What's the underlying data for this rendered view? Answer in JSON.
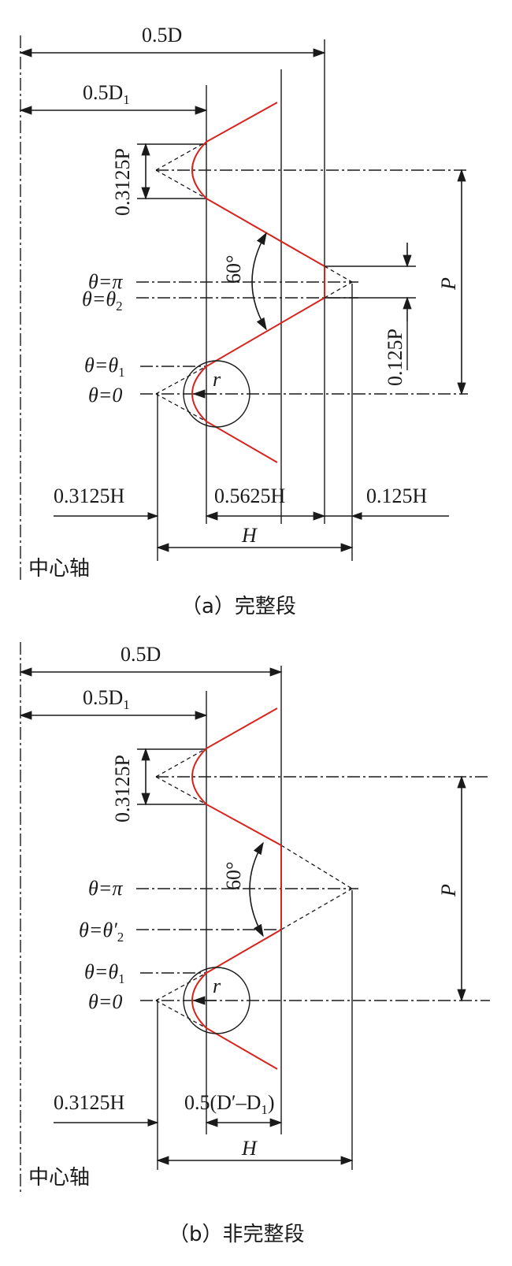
{
  "colors": {
    "thread": "#d8231c",
    "ink": "#1a1a1a"
  },
  "shared": {
    "axis_label": "中心轴",
    "dim_0_5D": "0.5D",
    "dim_0_5D1": "0.5D",
    "dim_0_5D1_sub": "1",
    "dim_03125P": "0.3125P",
    "angle_60": "60°",
    "theta_pi": "θ=π",
    "theta_theta1": "θ=θ",
    "theta_theta1_sub": "1",
    "theta_0": "θ=0",
    "radius_r": "r",
    "pitch_P": "P",
    "dim_03125H": "0.3125H",
    "dim_H": "H"
  },
  "panel_a": {
    "caption": "（a）完整段",
    "theta_theta2": "θ=θ",
    "theta_theta2_sub": "2",
    "dim_0125P": "0.125P",
    "dim_05625H": "0.5625H",
    "dim_0125H": "0.125H"
  },
  "panel_b": {
    "caption": "（b）非完整段",
    "theta_theta2p": "θ=θ′",
    "theta_theta2p_sub": "2",
    "dim_partial": "0.5(D′–D",
    "dim_partial_sub": "1",
    "dim_partial_end": ")"
  }
}
